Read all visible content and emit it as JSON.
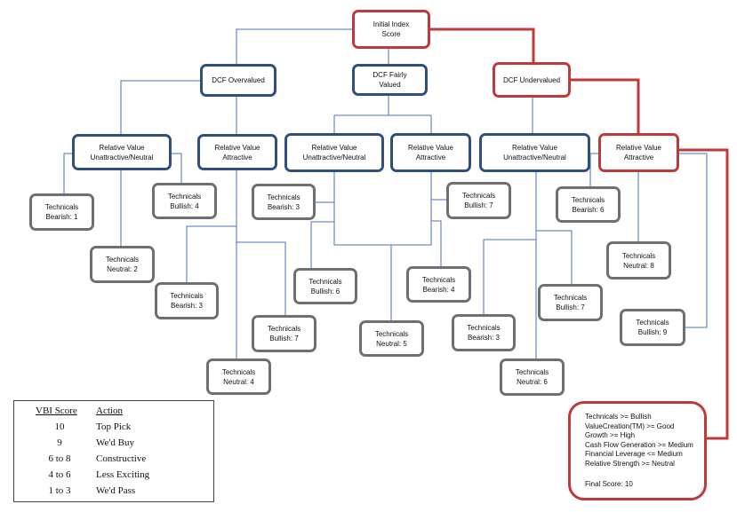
{
  "colors": {
    "blue_border": "#2f4f7f",
    "red_border": "#c0393b",
    "gray_border": "#6f6f6f",
    "blue_line": "#4a72b8",
    "red_line": "#c0393b"
  },
  "nodes": {
    "initial": "Initial Index\nScore",
    "dcf_over": "DCF Overvalued",
    "dcf_fair": "DCF Fairly\nValued",
    "dcf_under": "DCF Undervalued",
    "rv_over_un": "Relative Value\nUnattractive/Neutral",
    "rv_over_att": "Relative Value\nAttractive",
    "rv_fair_un": "Relative Value\nUnattractive/Neutral",
    "rv_fair_att": "Relative Value\nAttractive",
    "rv_under_un": "Relative Value\nUnattractive/Neutral",
    "rv_under_att": "Relative Value\nAttractive",
    "t_bear1": "Technicals\nBearish: 1",
    "t_bull4": "Technicals\nBullish: 4",
    "t_neut2": "Technicals\nNeutral: 2",
    "t_bear3a": "Technicals\nBearish: 3",
    "t_bull7a": "Technicals\nBullish: 7",
    "t_neut4": "Technicals\nNeutral: 4",
    "t_bear3b": "Technicals\nBearish: 3",
    "t_bull6a": "Technicals\nBullish: 6",
    "t_neut5": "Technicals\nNeutral: 5",
    "t_bull7b": "Technicals\nBullish: 7",
    "t_bear4": "Technicals\nBearish: 4",
    "t_bear3c": "Technicals\nBearish: 3",
    "t_bull7c": "Technicals\nBullish: 7",
    "t_neut6": "Technicals\nNeutral: 6",
    "t_bear6": "Technicals\nBearish: 6",
    "t_neut8": "Technicals\nNeutral: 8",
    "t_bull9": "Technicals\nBullish: 9"
  },
  "summary": {
    "lines": [
      "Technicals >= Bullish",
      "ValueCreation(TM) >= Good",
      "Growth >= High",
      "Cash Flow Generation >= Medium",
      "Financial Leverage <= Medium",
      "Relative Strength >= Neutral"
    ],
    "final": "Final Score: 10"
  },
  "legend": {
    "header_score": "VBI Score",
    "header_action": "Action",
    "rows": [
      {
        "score": "10",
        "action": "Top Pick"
      },
      {
        "score": "9",
        "action": "We'd Buy"
      },
      {
        "score": "6 to 8",
        "action": "Constructive"
      },
      {
        "score": "4 to 6",
        "action": "Less Exciting"
      },
      {
        "score": "1 to 3",
        "action": "We'd Pass"
      }
    ]
  }
}
